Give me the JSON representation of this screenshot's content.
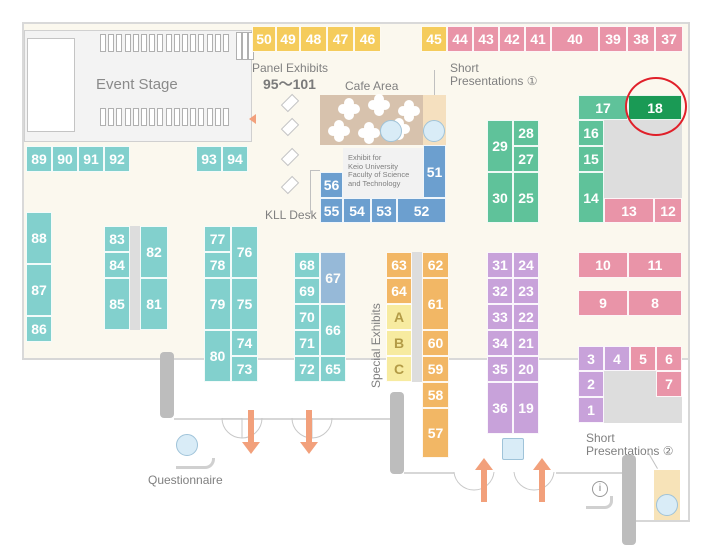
{
  "labels": {
    "event_stage": "Event Stage",
    "panel_exhibits": "Panel Exhibits",
    "panel_range": "95～101",
    "cafe_area": "Cafe Area",
    "short_presentations_1": "Short\nPresentations ①",
    "short_presentations_2": "Short\nPresentations ②",
    "kll_desk": "KLL Desk",
    "keio_exhibit": "Exhibit for\nKeio University\nFaculty of Science\nand Technology",
    "special_exhibits": "Special Exhibits",
    "questionnaire": "Questionnaire"
  },
  "booths": {
    "b50": "50",
    "b49": "49",
    "b48": "48",
    "b47": "47",
    "b46": "46",
    "b45": "45",
    "b44": "44",
    "b43": "43",
    "b42": "42",
    "b41": "41",
    "b40": "40",
    "b39": "39",
    "b38": "38",
    "b37": "37",
    "b89": "89",
    "b90": "90",
    "b91": "91",
    "b92": "92",
    "b93": "93",
    "b94": "94",
    "b56": "56",
    "b55": "55",
    "b54": "54",
    "b53": "53",
    "b52": "52",
    "b51": "51",
    "b29": "29",
    "b28": "28",
    "b27": "27",
    "b30": "30",
    "b25": "25",
    "b17": "17",
    "b18": "18",
    "b16": "16",
    "b15": "15",
    "b14": "14",
    "b13": "13",
    "b12": "12",
    "b88": "88",
    "b87": "87",
    "b86": "86",
    "b83": "83",
    "b84": "84",
    "b82": "82",
    "b85": "85",
    "b81": "81",
    "b77": "77",
    "b78": "78",
    "b76": "76",
    "b79": "79",
    "b75": "75",
    "b80": "80",
    "b74": "74",
    "b73": "73",
    "b68": "68",
    "b69": "69",
    "b67": "67",
    "b70": "70",
    "b71": "71",
    "b66": "66",
    "b72": "72",
    "b65": "65",
    "b63": "63",
    "b64": "64",
    "bA": "A",
    "bB": "B",
    "bC": "C",
    "b62": "62",
    "b61": "61",
    "b60": "60",
    "b59": "59",
    "b58": "58",
    "b57": "57",
    "b31": "31",
    "b24": "24",
    "b32": "32",
    "b23": "23",
    "b33": "33",
    "b22": "22",
    "b34": "34",
    "b21": "21",
    "b35": "35",
    "b20": "20",
    "b36": "36",
    "b19": "19",
    "b10": "10",
    "b11": "11",
    "b9": "9",
    "b8": "8",
    "b3": "3",
    "b4": "4",
    "b5": "5",
    "b6": "6",
    "b2": "2",
    "b7": "7",
    "b1": "1"
  },
  "selected_booth": "18",
  "colors": {
    "teal": "#82d0cd",
    "yellow": "#f5cc5c",
    "pink": "#e994a8",
    "purple": "#c8a2da",
    "blue": "#6c9fcf",
    "green": "#5fc29a",
    "orange": "#f2b765",
    "selected": "#1a9a55",
    "highlight_ring": "#e0202a"
  }
}
